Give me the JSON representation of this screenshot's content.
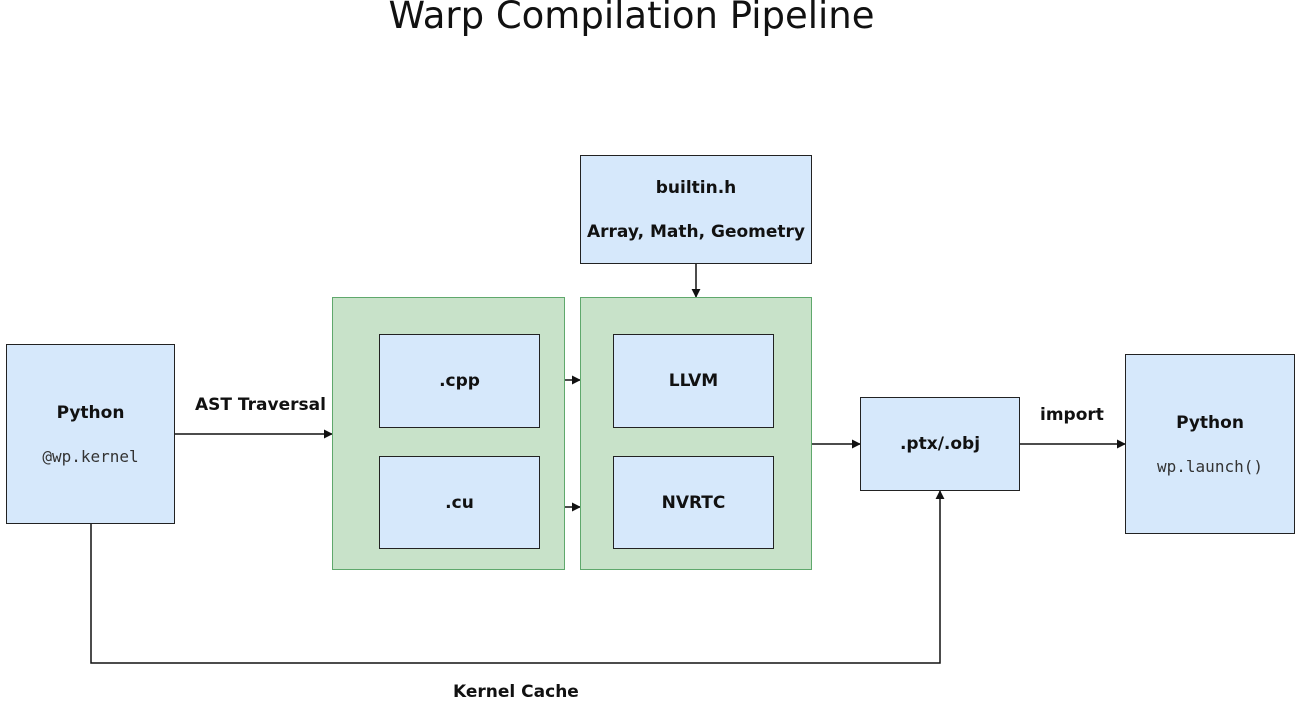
{
  "title": "Warp Compilation Pipeline",
  "nodes": {
    "python_in": {
      "label": "Python",
      "code": "@wp.kernel"
    },
    "builtin": {
      "label": "builtin.h",
      "sub": "Array, Math, Geometry"
    },
    "cpp": {
      "label": ".cpp"
    },
    "cu": {
      "label": ".cu"
    },
    "llvm": {
      "label": "LLVM"
    },
    "nvrtc": {
      "label": "NVRTC"
    },
    "ptx": {
      "label": ".ptx/.obj"
    },
    "python_out": {
      "label": "Python",
      "code": "wp.launch()"
    }
  },
  "edges": {
    "ast": "AST Traversal",
    "import": "import",
    "cache": "Kernel Cache"
  },
  "colors": {
    "box_fill": "#d6e8fb",
    "group_fill": "#c8e2c9",
    "group_border": "#5fa86c"
  }
}
